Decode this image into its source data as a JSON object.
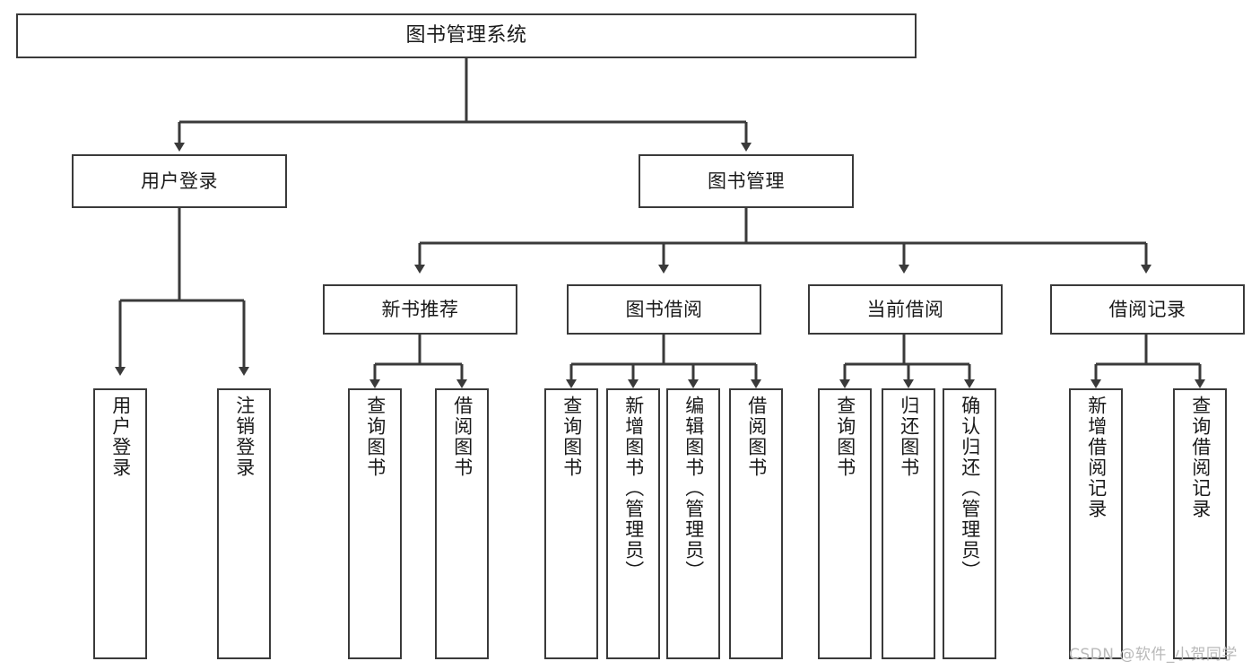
{
  "diagram": {
    "title": "图书管理系统",
    "type": "hierarchy-tree",
    "colors": {
      "background": "#ffffff",
      "node_border": "#3a3a3a",
      "node_fill": "#ffffff",
      "edge": "#3a3a3a",
      "text": "#1a1a1a",
      "watermark": "#b9b9b9"
    },
    "levels": {
      "root": {
        "label": "图书管理系统"
      },
      "level2": [
        {
          "label": "用户登录"
        },
        {
          "label": "图书管理"
        }
      ],
      "level3": [
        {
          "label": "新书推荐"
        },
        {
          "label": "图书借阅"
        },
        {
          "label": "当前借阅"
        },
        {
          "label": "借阅记录"
        }
      ],
      "leaves": [
        {
          "label": "用户登录",
          "parent": "用户登录"
        },
        {
          "label": "注销登录",
          "parent": "用户登录"
        },
        {
          "label": "查询图书",
          "parent": "新书推荐"
        },
        {
          "label": "借阅图书",
          "parent": "新书推荐"
        },
        {
          "label": "查询图书",
          "parent": "图书借阅"
        },
        {
          "label": "新增图书（管理员）",
          "parent": "图书借阅"
        },
        {
          "label": "编辑图书（管理员）",
          "parent": "图书借阅"
        },
        {
          "label": "借阅图书",
          "parent": "图书借阅"
        },
        {
          "label": "查询图书",
          "parent": "当前借阅"
        },
        {
          "label": "归还图书",
          "parent": "当前借阅"
        },
        {
          "label": "确认归还（管理员）",
          "parent": "当前借阅"
        },
        {
          "label": "新增借阅记录",
          "parent": "借阅记录"
        },
        {
          "label": "查询借阅记录",
          "parent": "借阅记录"
        }
      ]
    },
    "watermark": "CSDN @软件_小贺同学"
  }
}
